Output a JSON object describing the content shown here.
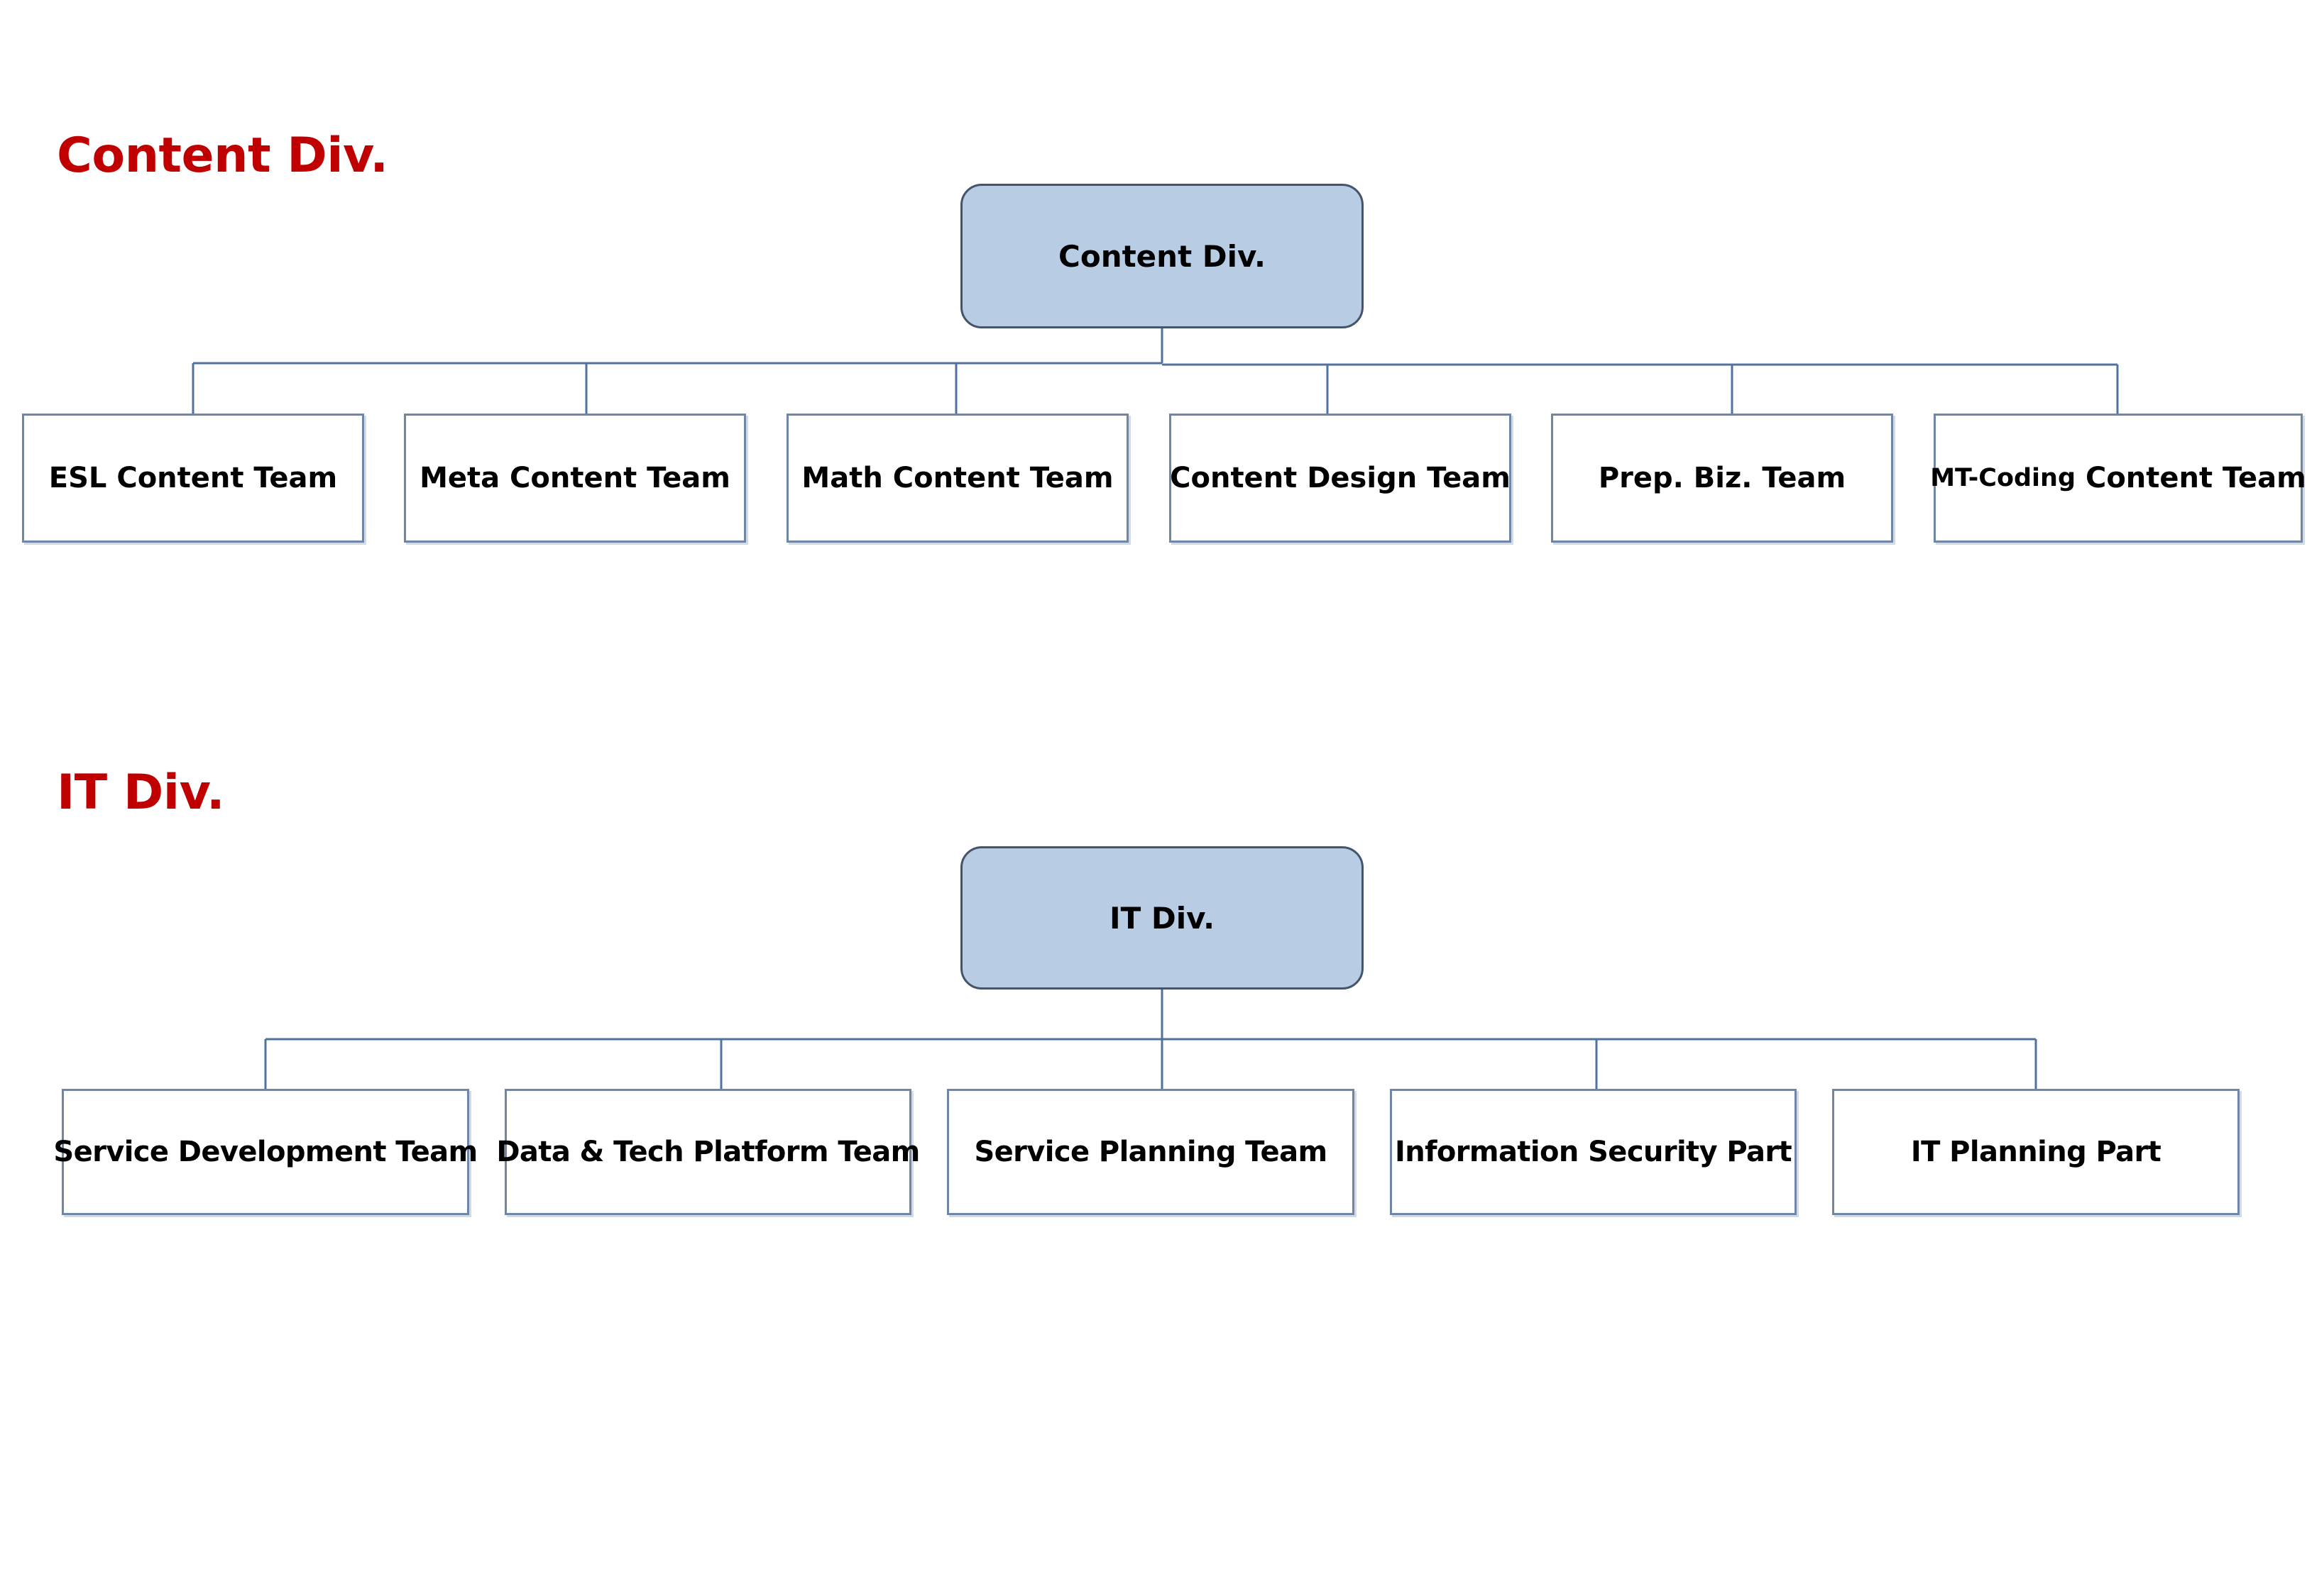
{
  "colors": {
    "heading": "#c00000",
    "root_fill": "#b8cce4",
    "root_border": "#44546a",
    "child_border": "#6f86a6",
    "connector": "#4f72a0"
  },
  "content_division": {
    "heading": "Content Div.",
    "root": "Content Div.",
    "teams": [
      "ESL Content Team",
      "Meta Content Team",
      "Math Content Team",
      "Content Design Team",
      "Prep. Biz. Team"
    ],
    "last_team_prefix": "MT-Coding",
    "last_team_suffix": " Content Team"
  },
  "it_division": {
    "heading": "IT Div.",
    "root": "IT Div.",
    "teams": [
      "Service Development Team",
      "Data & Tech Platform Team",
      "Service Planning Team",
      "Information Security Part",
      "IT Planning Part"
    ]
  }
}
